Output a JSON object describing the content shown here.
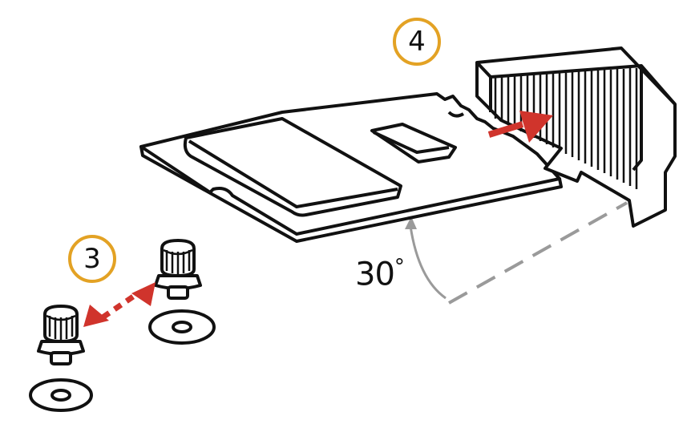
{
  "steps": {
    "install_screw": "3",
    "insert_card": "4"
  },
  "angle": {
    "value": "30",
    "unit": "°"
  },
  "colors": {
    "badge_ring": "#e3a224",
    "arrow_red": "#d0342c",
    "guide_gray": "#9a9a9a",
    "line_art": "#111111"
  },
  "icons": {
    "screw": "standoff-screw-icon",
    "washer": "washer-icon"
  }
}
